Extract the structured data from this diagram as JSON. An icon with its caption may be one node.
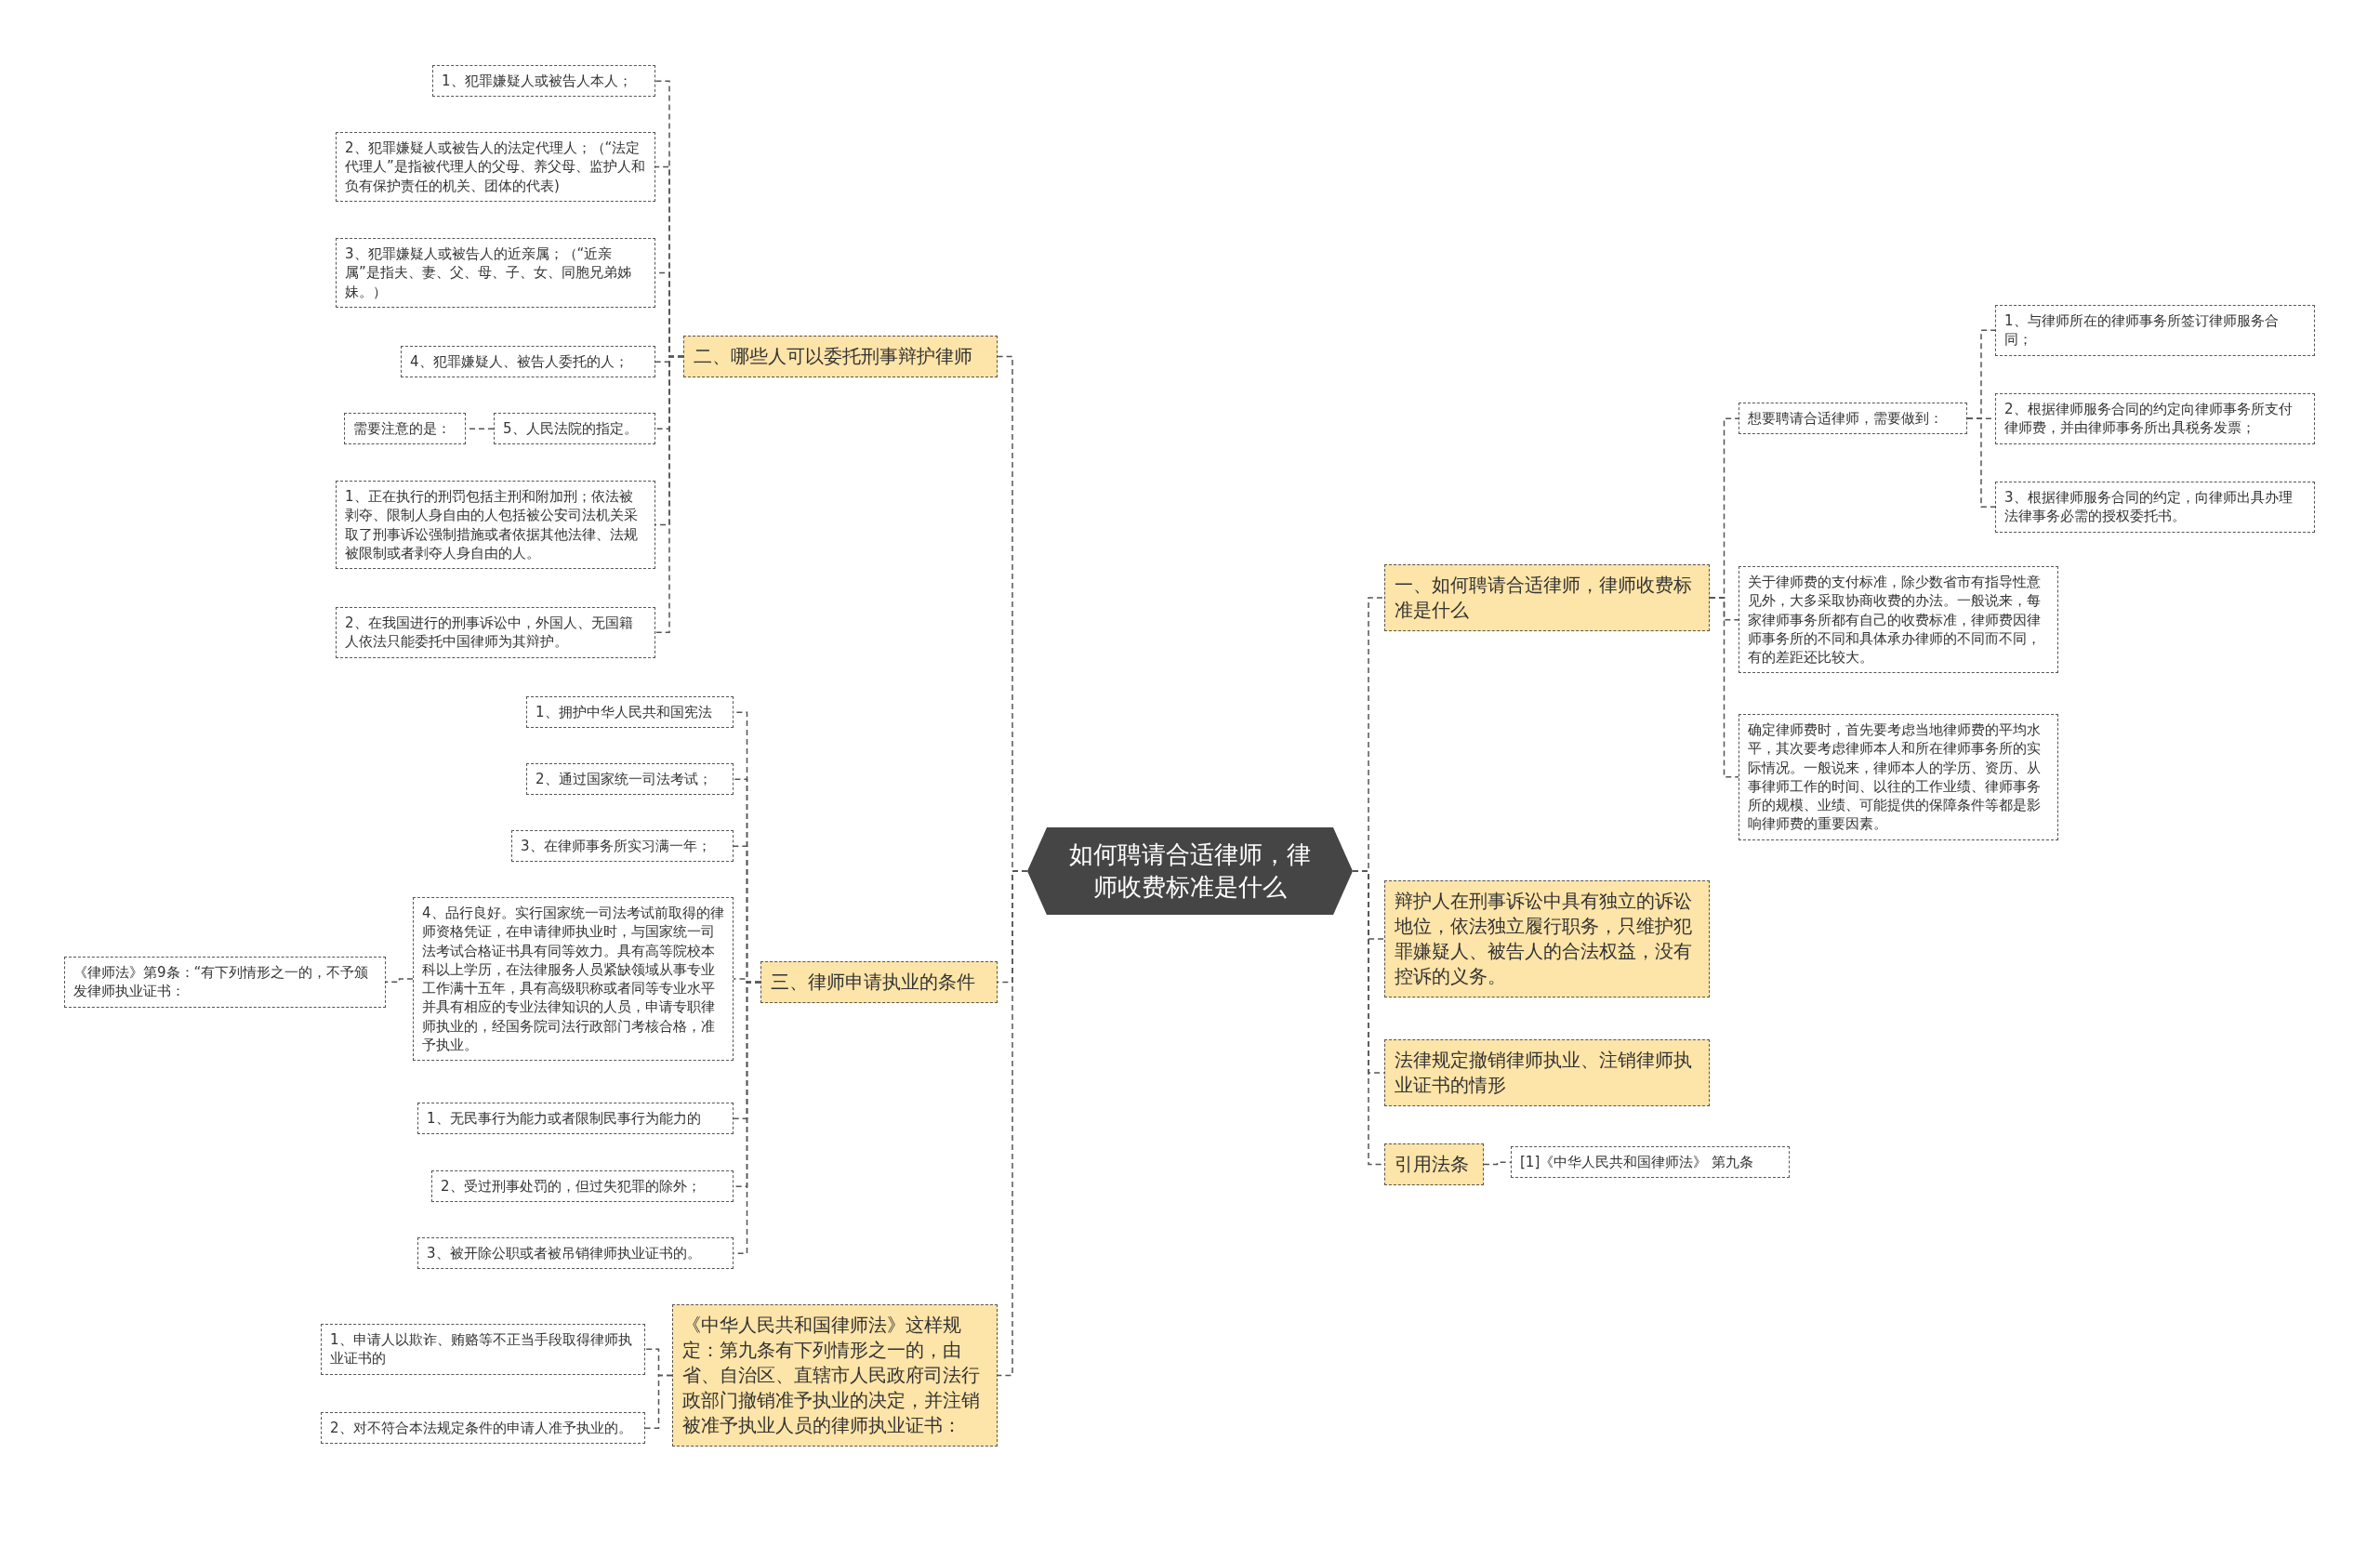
{
  "diagram": {
    "nodes": [
      {
        "text": [
          "如何聘请合适律师，律师收费标准是什么"
        ]
      },
      {
        "text": [
          "一、如何聘请合适律师，律师收费标准是什么"
        ]
      },
      {
        "text": [
          "想要聘请合适律师，需要做到："
        ]
      },
      {
        "text": [
          "1、与律师所在的律师事务所签订律师服务合同；"
        ]
      },
      {
        "text": [
          "2、根据律师服务合同的约定向律师事务所支付律师费，并由律师事务所出具税务发票；"
        ]
      },
      {
        "text": [
          "3、根据律师服务合同的约定，向律师出具办理法律事务必需的授权委托书。"
        ]
      },
      {
        "text": [
          "关于律师费的支付标准，除少数省市有指导性意见外，大多采取协商收费的办法。一般说来，每家律师事务所都有自己的收费标准，律师费因律师事务所的不同和具体承办律师的不同而不同，有的差距还比较大。"
        ]
      },
      {
        "text": [
          "确定律师费时，首先要考虑当地律师费的平均水平，其次要考虑律师本人和所在律师事务所的实际情况。一般说来，律师本人的学历、资历、从事律师工作的时间、以往的工作业绩、律师事务所的规模、业绩、可能提供的保障条件等都是影响律师费的重要因素。"
        ]
      },
      {
        "text": [
          "辩护人在刑事诉讼中具有独立的诉讼地位，依法独立履行职务，只维护犯罪嫌疑人、被告人的合法权益，没有控诉的义务。"
        ]
      },
      {
        "text": [
          "法律规定撤销律师执业、注销律师执业证书的情形"
        ]
      },
      {
        "text": [
          "引用法条"
        ]
      },
      {
        "text": [
          "[1]《中华人民共和国律师法》 第九条"
        ]
      },
      {
        "text": [
          "二、哪些人可以委托刑事辩护律师"
        ]
      },
      {
        "text": [
          "1、犯罪嫌疑人或被告人本人；"
        ]
      },
      {
        "text": [
          "2、犯罪嫌疑人或被告人的法定代理人；（“法定代理人”是指被代理人的父母、养父母、监护人和负有保护责任的机关、团体的代表)"
        ]
      },
      {
        "text": [
          "3、犯罪嫌疑人或被告人的近亲属；（“近亲属”是指夫、妻、父、母、子、女、同胞兄弟姊妹。）"
        ]
      },
      {
        "text": [
          "4、犯罪嫌疑人、被告人委托的人；"
        ]
      },
      {
        "text": [
          "5、人民法院的指定。"
        ]
      },
      {
        "text": [
          "需要注意的是："
        ]
      },
      {
        "text": [
          "1、正在执行的刑罚包括主刑和附加刑；依法被剥夺、限制人身自由的人包括被公安司法机关采取了刑事诉讼强制措施或者依据其他法律、法规被限制或者剥夺人身自由的人。"
        ]
      },
      {
        "text": [
          "2、在我国进行的刑事诉讼中，外国人、无国籍人依法只能委托中国律师为其辩护。"
        ]
      },
      {
        "text": [
          "三、律师申请执业的条件"
        ]
      },
      {
        "text": [
          "1、拥护中华人民共和国宪法"
        ]
      },
      {
        "text": [
          "2、通过国家统一司法考试；"
        ]
      },
      {
        "text": [
          "3、在律师事务所实习满一年；"
        ]
      },
      {
        "text": [
          "4、品行良好。实行国家统一司法考试前取得的律师资格凭证，在申请律师执业时，与国家统一司法考试合格证书具有同等效力。具有高等院校本科以上学历，在法律服务人员紧缺领域从事专业工作满十五年，具有高级职称或者同等专业水平并具有相应的专业法律知识的人员，申请专职律师执业的，经国务院司法行政部门考核合格，准予执业。"
        ]
      },
      {
        "text": [
          "《律师法》第9条：“有下列情形之一的，不予颁发律师执业证书："
        ]
      },
      {
        "text": [
          "1、无民事行为能力或者限制民事行为能力的"
        ]
      },
      {
        "text": [
          "2、受过刑事处罚的，但过失犯罪的除外；"
        ]
      },
      {
        "text": [
          "3、被开除公职或者被吊销律师执业证书的。"
        ]
      },
      {
        "text": [
          "《中华人民共和国律师法》这样规定：第九条有下列情形之一的，由省、自治区、直辖市人民政府司法行政部门撤销准予执业的决定，并注销被准予执业人员的律师执业证书："
        ]
      },
      {
        "text": [
          "1、申请人以欺诈、贿赂等不正当手段取得律师执业证书的"
        ]
      },
      {
        "text": [
          "2、对不符合本法规定条件的申请人准予执业的。"
        ]
      }
    ],
    "edges": [
      {
        "from": 0,
        "to": 1,
        "arrow": "none",
        "style": "dashed"
      },
      {
        "from": 1,
        "to": 2,
        "arrow": "none",
        "style": "dashed"
      },
      {
        "from": 2,
        "to": 3,
        "arrow": "none",
        "style": "dashed"
      },
      {
        "from": 2,
        "to": 4,
        "arrow": "none",
        "style": "dashed"
      },
      {
        "from": 2,
        "to": 5,
        "arrow": "none",
        "style": "dashed"
      },
      {
        "from": 1,
        "to": 6,
        "arrow": "none",
        "style": "dashed"
      },
      {
        "from": 1,
        "to": 7,
        "arrow": "none",
        "style": "dashed"
      },
      {
        "from": 0,
        "to": 8,
        "arrow": "none",
        "style": "dashed"
      },
      {
        "from": 0,
        "to": 9,
        "arrow": "none",
        "style": "dashed"
      },
      {
        "from": 0,
        "to": 10,
        "arrow": "none",
        "style": "dashed"
      },
      {
        "from": 10,
        "to": 11,
        "arrow": "none",
        "style": "dashed"
      },
      {
        "from": 0,
        "to": 12,
        "arrow": "none",
        "style": "dashed"
      },
      {
        "from": 12,
        "to": 13,
        "arrow": "none",
        "style": "dashed"
      },
      {
        "from": 12,
        "to": 14,
        "arrow": "none",
        "style": "dashed"
      },
      {
        "from": 12,
        "to": 15,
        "arrow": "none",
        "style": "dashed"
      },
      {
        "from": 12,
        "to": 16,
        "arrow": "none",
        "style": "dashed"
      },
      {
        "from": 12,
        "to": 17,
        "arrow": "none",
        "style": "dashed"
      },
      {
        "from": 17,
        "to": 18,
        "arrow": "none",
        "style": "dashed"
      },
      {
        "from": 12,
        "to": 19,
        "arrow": "none",
        "style": "dashed"
      },
      {
        "from": 12,
        "to": 20,
        "arrow": "none",
        "style": "dashed"
      },
      {
        "from": 0,
        "to": 21,
        "arrow": "none",
        "style": "dashed"
      },
      {
        "from": 21,
        "to": 22,
        "arrow": "none",
        "style": "dashed"
      },
      {
        "from": 21,
        "to": 23,
        "arrow": "none",
        "style": "dashed"
      },
      {
        "from": 21,
        "to": 24,
        "arrow": "none",
        "style": "dashed"
      },
      {
        "from": 21,
        "to": 25,
        "arrow": "none",
        "style": "dashed"
      },
      {
        "from": 25,
        "to": 26,
        "arrow": "none",
        "style": "dashed"
      },
      {
        "from": 21,
        "to": 27,
        "arrow": "none",
        "style": "dashed"
      },
      {
        "from": 21,
        "to": 28,
        "arrow": "none",
        "style": "dashed"
      },
      {
        "from": 21,
        "to": 29,
        "arrow": "none",
        "style": "dashed"
      },
      {
        "from": 0,
        "to": 30,
        "arrow": "none",
        "style": "dashed"
      },
      {
        "from": 30,
        "to": 31,
        "arrow": "none",
        "style": "dashed"
      },
      {
        "from": 30,
        "to": 32,
        "arrow": "none",
        "style": "dashed"
      }
    ]
  }
}
